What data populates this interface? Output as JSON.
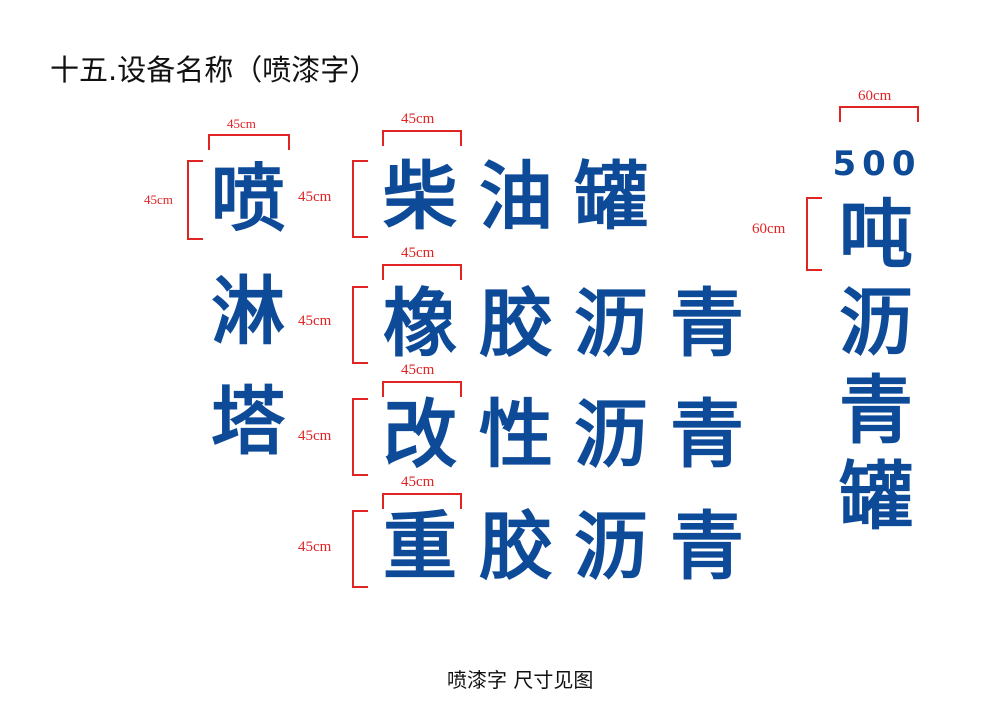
{
  "title": "十五.设备名称（喷漆字）",
  "colors": {
    "text_blue": "#0d4a98",
    "dimension_red": "#e02424"
  },
  "signs": {
    "spray_tower": [
      "喷",
      "淋",
      "塔"
    ],
    "row1": [
      "柴",
      "油",
      "罐"
    ],
    "row2": [
      "橡",
      "胶",
      "沥",
      "青"
    ],
    "row3": [
      "改",
      "性",
      "沥",
      "青"
    ],
    "row4": [
      "重",
      "胶",
      "沥",
      "青"
    ],
    "vertical_number": "500",
    "vertical": [
      "吨",
      "沥",
      "青",
      "罐"
    ]
  },
  "dimensions": {
    "d45": "45cm",
    "d60": "60cm"
  },
  "footer": "喷漆字  尺寸见图"
}
